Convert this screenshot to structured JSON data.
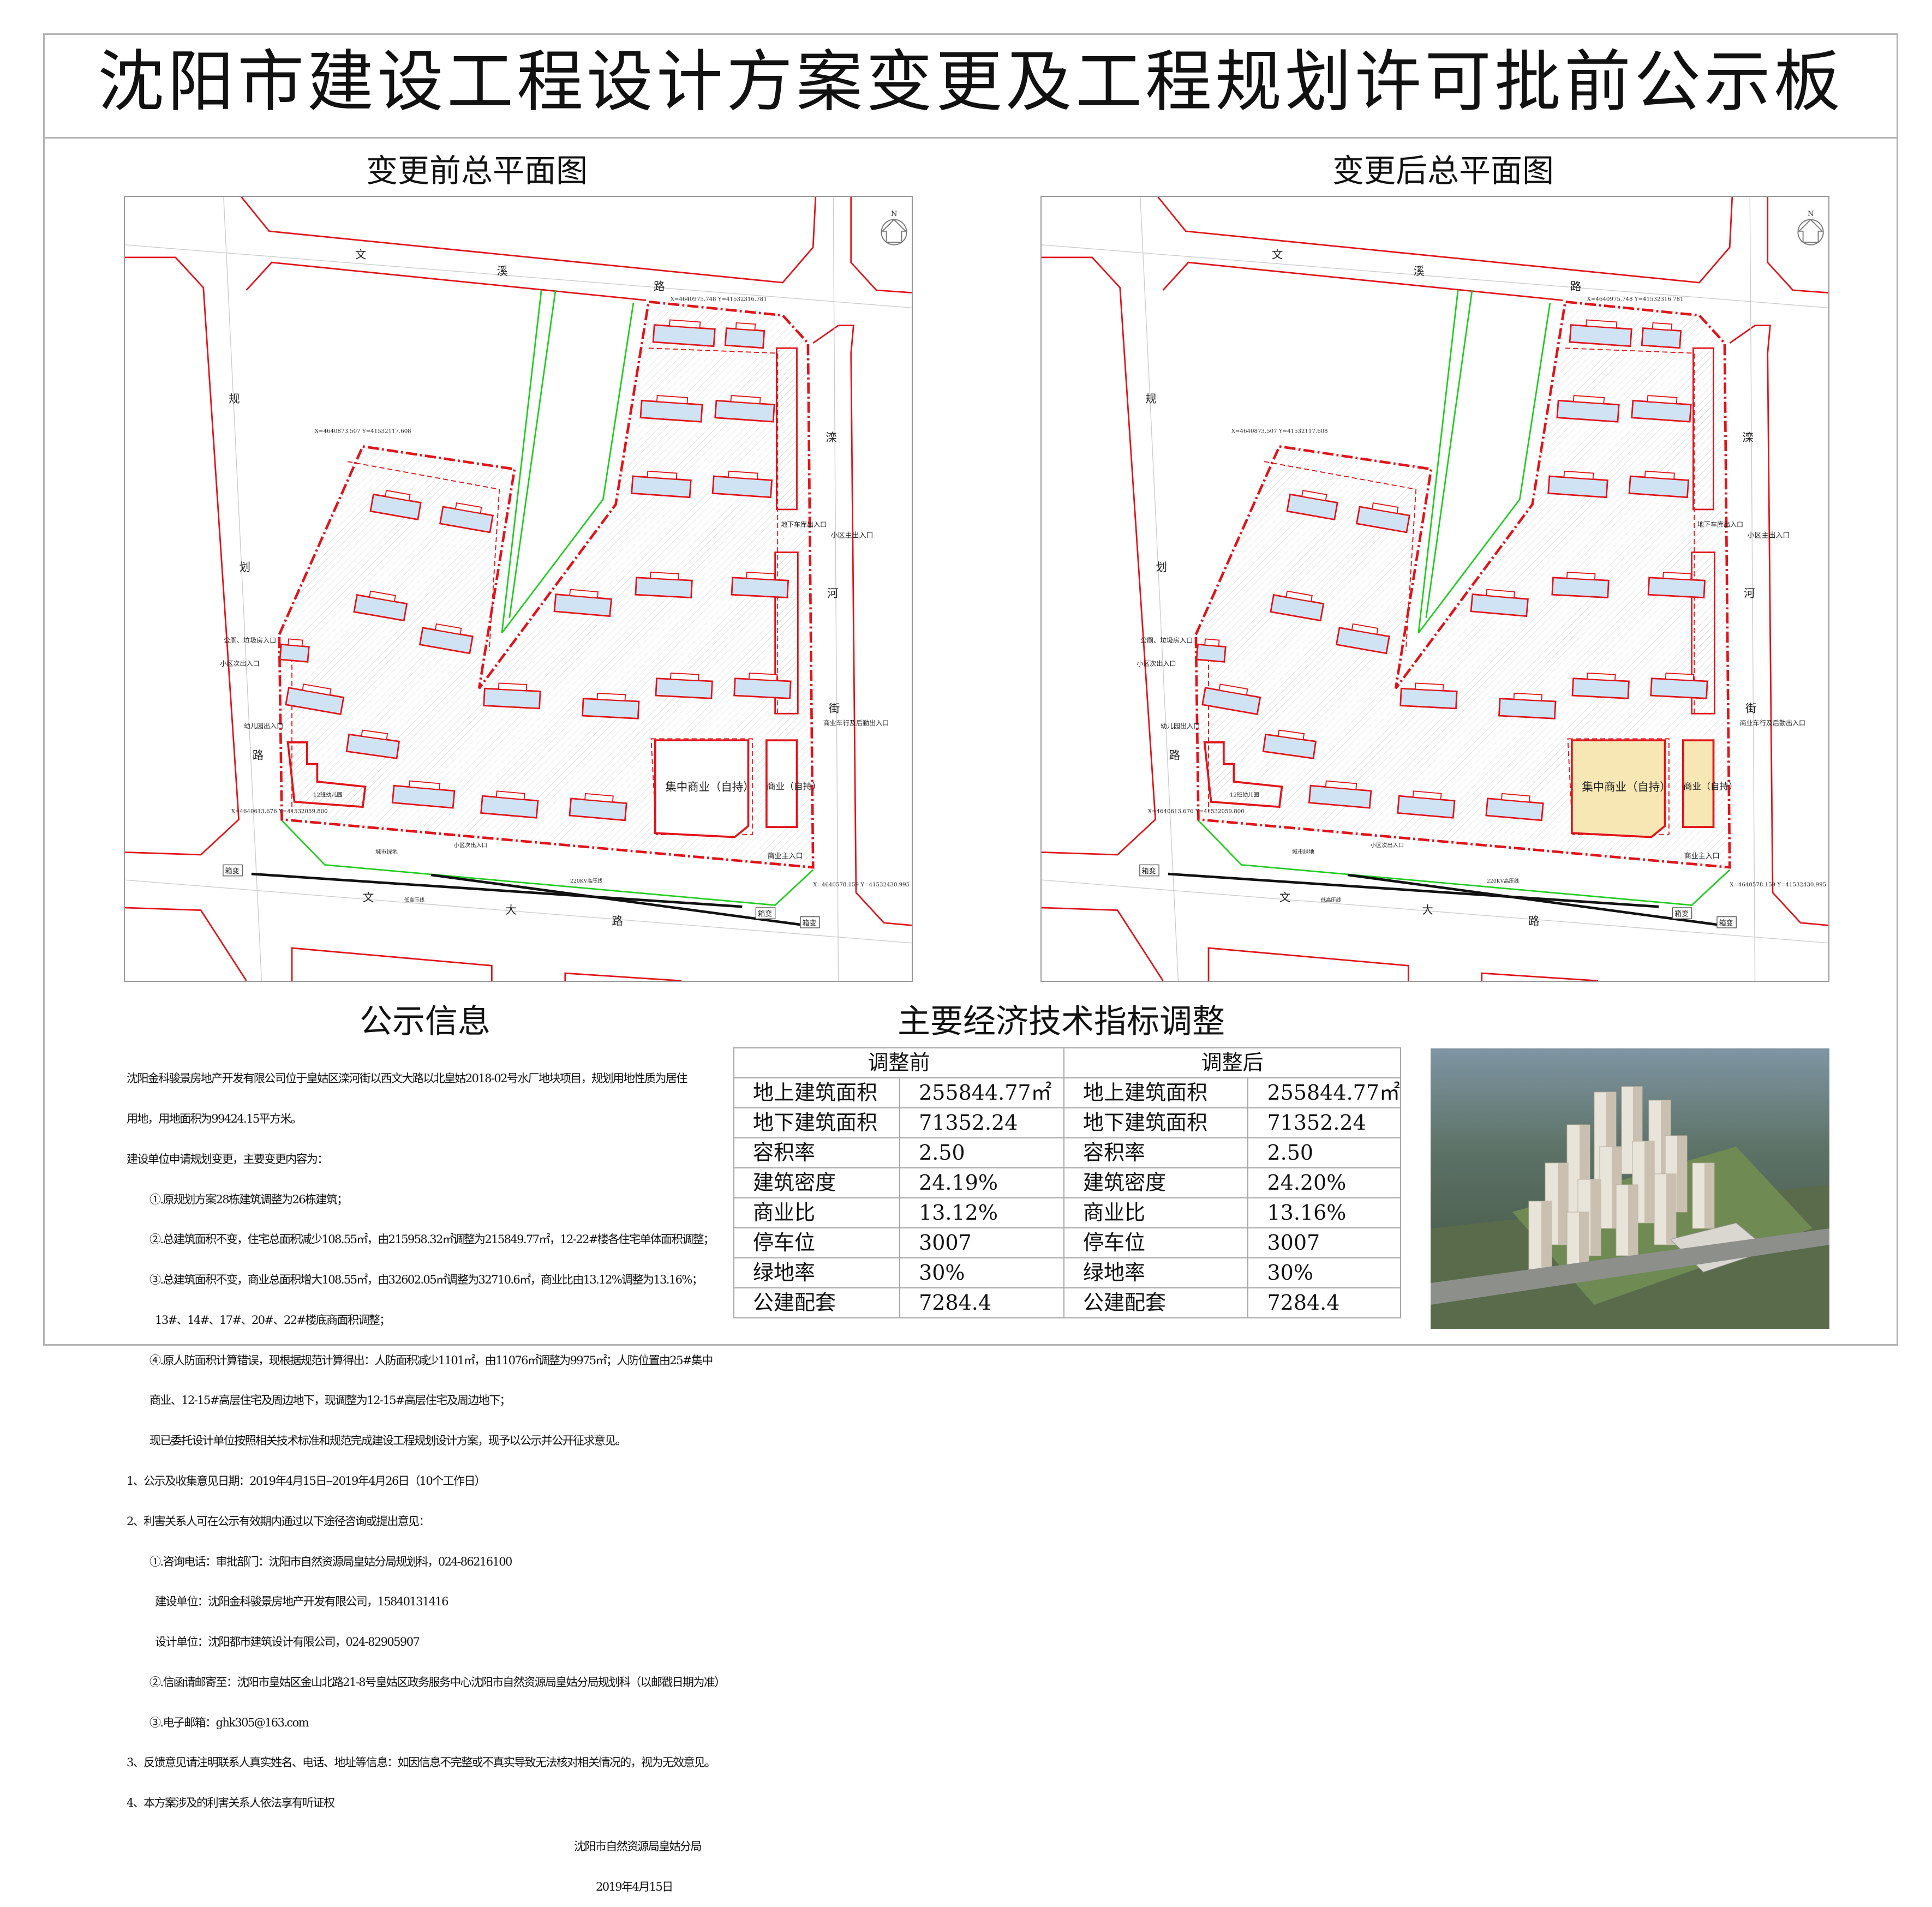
{
  "title": "沈阳市建设工程设计方案变更及工程规划许可批前公示板",
  "maps": [
    {
      "heading": "变更前总平面图",
      "commercial_fill": "#ffffff",
      "labels": {
        "road_top": [
          "文",
          "溪",
          "路"
        ],
        "road_left": [
          "规",
          "划",
          "路"
        ],
        "road_right": [
          "滦",
          "河",
          "街"
        ],
        "road_bottom": [
          "文",
          "大",
          "路"
        ],
        "box_transformer": "箱变",
        "central_commercial": "集中商业（自持）",
        "commercial": "商业（自持）",
        "main_entrance": "小区主出入口",
        "commercial_main_entrance": "商业主入口",
        "garage_entrance": "地下车库出入口",
        "kindergarten_entrance": "幼儿园出入口",
        "secondary_entrance": "小区次出入口",
        "toilet_entrance": "公厕、垃圾房入口",
        "commercial_service_entrance": "商业车行及后勤出入口",
        "city_green": "城市绿地",
        "hv_line": "220KV高压线",
        "lv_line": "低高压线",
        "kindergarten": "12班幼儿园",
        "north": "N",
        "coord_1": "X=4640975.748 Y=41532316.781",
        "coord_2": "X=4640578.159 Y=41532430.995",
        "coord_3": "X=4640613.676 Y=41532059.800",
        "coord_4": "X=4640873.507 Y=41532117.608"
      }
    },
    {
      "heading": "变更后总平面图",
      "commercial_fill": "#f6e7b4",
      "labels": {
        "road_top": [
          "文",
          "溪",
          "路"
        ],
        "road_left": [
          "规",
          "划",
          "路"
        ],
        "road_right": [
          "滦",
          "河",
          "街"
        ],
        "road_bottom": [
          "文",
          "大",
          "路"
        ],
        "box_transformer": "箱变",
        "central_commercial": "集中商业（自持）",
        "commercial": "商业（自持）",
        "main_entrance": "小区主出入口",
        "commercial_main_entrance": "商业主入口",
        "garage_entrance": "地下车库出入口",
        "kindergarten_entrance": "幼儿园出入口",
        "secondary_entrance": "小区次出入口",
        "toilet_entrance": "公厕、垃圾房入口",
        "commercial_service_entrance": "商业车行及后勤出入口",
        "city_green": "城市绿地",
        "hv_line": "220KV高压线",
        "lv_line": "低高压线",
        "kindergarten": "12班幼儿园",
        "north": "N",
        "coord_1": "X=4640975.748 Y=41532316.781",
        "coord_2": "X=4640578.159 Y=41532430.995",
        "coord_3": "X=4640613.676 Y=41532059.800",
        "coord_4": "X=4640873.507 Y=41532117.608"
      }
    }
  ],
  "notice": {
    "heading": "公示信息",
    "lines": [
      "沈阳金科骏景房地产开发有限公司位于皇姑区滦河街以西文大路以北皇姑2018-02号水厂地块项目，规划用地性质为居住",
      "用地，用地面积为99424.15平方米。",
      "建设单位申请规划变更，主要变更内容为：",
      "①.原规划方案28栋建筑调整为26栋建筑；",
      "②.总建筑面积不变，住宅总面积减少108.55㎡，由215958.32㎡调整为215849.77㎡，12-22#楼各住宅单体面积调整；",
      "③.总建筑面积不变，商业总面积增大108.55㎡，由32602.05㎡调整为32710.6㎡，商业比由13.12%调整为13.16%；",
      "  13#、14#、17#、20#、22#楼底商面积调整；",
      "④.原人防面积计算错误，现根据规范计算得出：人防面积减少1101㎡，由11076㎡调整为9975㎡；人防位置由25#集中",
      "商业、12-15#高层住宅及周边地下，现调整为12-15#高层住宅及周边地下；",
      "现已委托设计单位按照相关技术标准和规范完成建设工程规划设计方案，现予以公示并公开征求意见。",
      "1、公示及收集意见日期：2019年4月15日--2019年4月26日（10个工作日）",
      "2、利害关系人可在公示有效期内通过以下途径咨询或提出意见：",
      "①.咨询电话：审批部门：沈阳市自然资源局皇姑分局规划科，024-86216100",
      "  建设单位：沈阳金科骏景房地产开发有限公司，15840131416",
      "  设计单位：沈阳都市建筑设计有限公司，024-82905907",
      "②.信函请邮寄至：沈阳市皇姑区金山北路21-8号皇姑区政务服务中心沈阳市自然资源局皇姑分局规划科（以邮戳日期为准）",
      "③.电子邮箱：ghk305@163.com",
      "3、反馈意见请注明联系人真实姓名、电话、地址等信息：如因信息不完整或不真实导致无法核对相关情况的，视为无效意见。",
      "4、本方案涉及的利害关系人依法享有听证权"
    ],
    "signature": "沈阳市自然资源局皇姑分局",
    "date": "2019年4月15日"
  },
  "indicators": {
    "heading": "主要经济技术指标调整",
    "before_label": "调整前",
    "after_label": "调整后",
    "rows": [
      {
        "label": "地上建筑面积",
        "before": "255844.77㎡",
        "after": "255844.77㎡"
      },
      {
        "label": "地下建筑面积",
        "before": "71352.24",
        "after": "71352.24"
      },
      {
        "label": "容积率",
        "before": "2.50",
        "after": "2.50"
      },
      {
        "label": "建筑密度",
        "before": "24.19%",
        "after": "24.20%"
      },
      {
        "label": "商业比",
        "before": "13.12%",
        "after": "13.16%"
      },
      {
        "label": "停车位",
        "before": "3007",
        "after": "3007"
      },
      {
        "label": "绿地率",
        "before": "30%",
        "after": "30%"
      },
      {
        "label": "公建配套",
        "before": "7284.4",
        "after": "7284.4"
      }
    ]
  },
  "colors": {
    "boundary": "#e0141a",
    "green": "#22cc22",
    "building_fill": "#cfe3f5",
    "frame": "#b5b5b5"
  }
}
